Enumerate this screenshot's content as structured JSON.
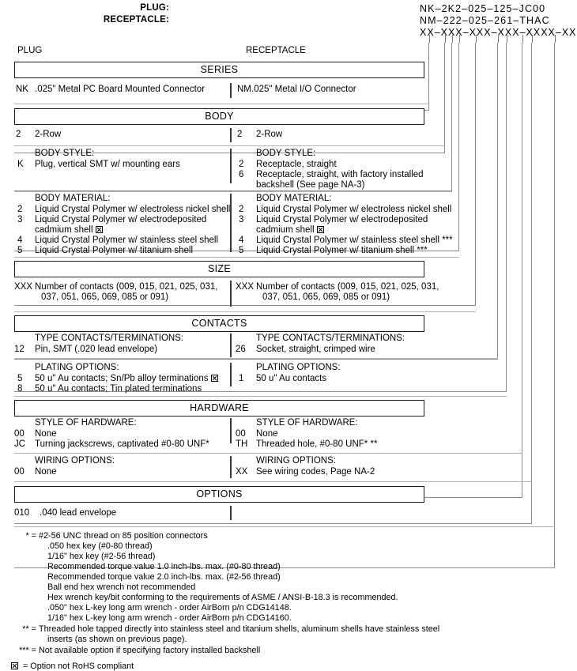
{
  "part_number_header": {
    "rows": [
      {
        "label": "PLUG:",
        "code": "NK–2K2–025–125–JC00"
      },
      {
        "label": "RECEPTACLE:",
        "code": "NM–222–025–261–THAC"
      },
      {
        "label": "",
        "code": "XX–XXX–XXX–XXX–XXXX–XXX"
      }
    ]
  },
  "column_headers": {
    "plug": "PLUG",
    "receptacle": "RECEPTACLE"
  },
  "sections": {
    "series": {
      "title": "SERIES",
      "plug": {
        "code": "NK",
        "text": ".025\" Metal PC Board Mounted Connector"
      },
      "receptacle": {
        "code": "NM",
        "text": ".025\" Metal I/O Connector"
      }
    },
    "body": {
      "title": "BODY",
      "row": {
        "plug": {
          "code": "2",
          "text": "2-Row"
        },
        "receptacle": {
          "code": "2",
          "text": "2-Row"
        }
      },
      "body_style": {
        "label": "BODY STYLE:",
        "plug": [
          {
            "code": "K",
            "text": "Plug, vertical SMT w/ mounting ears"
          }
        ],
        "receptacle": [
          {
            "code": "2",
            "text": "Receptacle, straight"
          },
          {
            "code": "6",
            "text": "Receptacle, straight, with factory installed"
          },
          {
            "code": "",
            "text": "backshell (See page NA-3)"
          }
        ]
      },
      "body_material": {
        "label": "BODY MATERIAL:",
        "plug": [
          {
            "code": "2",
            "text": "Liquid Crystal Polymer w/ electroless nickel shell",
            "rohs": false
          },
          {
            "code": "3",
            "text": "Liquid Crystal Polymer w/ electrodeposited",
            "rohs": false
          },
          {
            "code": "",
            "text": "cadmium shell",
            "rohs": true
          },
          {
            "code": "4",
            "text": "Liquid Crystal Polymer w/ stainless steel shell",
            "rohs": false
          },
          {
            "code": "5",
            "text": "Liquid Crystal Polymer w/ titanium shell",
            "rohs": false
          }
        ],
        "receptacle": [
          {
            "code": "2",
            "text": "Liquid Crystal Polymer w/ electroless nickel shell",
            "rohs": false
          },
          {
            "code": "3",
            "text": "Liquid Crystal Polymer w/ electrodeposited",
            "rohs": false
          },
          {
            "code": "",
            "text": "cadmium shell",
            "rohs": true
          },
          {
            "code": "4",
            "text": "Liquid Crystal Polymer w/ stainless steel shell ***",
            "rohs": false
          },
          {
            "code": "5",
            "text": "Liquid Crystal Polymer w/ titanium shell ***",
            "rohs": false
          }
        ]
      }
    },
    "size": {
      "title": "SIZE",
      "plug": {
        "code": "XXX",
        "line1": "Number of contacts (009, 015, 021, 025, 031,",
        "line2": "037, 051, 065, 069, 085 or 091)"
      },
      "receptacle": {
        "code": "XXX",
        "line1": "Number of contacts (009, 015, 021, 025, 031,",
        "line2": "037, 051, 065, 069,  085 or 091)"
      }
    },
    "contacts": {
      "title": "CONTACTS",
      "type": {
        "label": "TYPE CONTACTS/TERMINATIONS:",
        "plug": [
          {
            "code": "12",
            "text": "Pin, SMT (.020 lead envelope)"
          }
        ],
        "receptacle": [
          {
            "code": "26",
            "text": "Socket, straight, crimped wire"
          }
        ]
      },
      "plating": {
        "label": "PLATING OPTIONS:",
        "plug": [
          {
            "code": "5",
            "text": "50 u\" Au contacts; Sn/Pb alloy terminations",
            "rohs": true
          },
          {
            "code": "8",
            "text": "50 u\" Au contacts; Tin plated terminations",
            "rohs": false
          }
        ],
        "receptacle": [
          {
            "code": "1",
            "text": "50 u\" Au contacts",
            "rohs": false
          }
        ]
      }
    },
    "hardware": {
      "title": "HARDWARE",
      "style": {
        "label": "STYLE OF HARDWARE:",
        "plug": [
          {
            "code": "00",
            "text": "None"
          },
          {
            "code": "JC",
            "text": "Turning jackscrews, captivated #0-80 UNF*"
          }
        ],
        "receptacle": [
          {
            "code": "00",
            "text": "None"
          },
          {
            "code": "TH",
            "text": "Threaded hole, #0-80 UNF*  **"
          }
        ]
      },
      "wiring": {
        "label": "WIRING OPTIONS:",
        "plug": [
          {
            "code": "00",
            "text": "None"
          }
        ],
        "receptacle": [
          {
            "code": "XX",
            "text": "See wiring codes, Page NA-2"
          }
        ]
      }
    },
    "options": {
      "title": "OPTIONS",
      "plug": [
        {
          "code": "010",
          "text": ".040 lead envelope"
        }
      ],
      "receptacle": []
    }
  },
  "footnotes": {
    "single_star": {
      "mark": "* =",
      "lines": [
        "#2-56 UNC thread on 85 position connectors",
        ".050 hex key (#0-80 thread)",
        "1/16\" hex key (#2-56 thread)",
        "Recommended torque value 1.0 inch-lbs. max. (#0-80 thread)",
        "Recommended torque value 2.0 inch-lbs. max. (#2-56 thread)",
        "Ball end hex wrench not recommended",
        "Hex wrench key/bit conforming to the requirements of ASME / ANSI-B-18.3 is recommended.",
        ".050\" hex L-key long arm wrench - order AirBorn p/n CDG14148.",
        "1/16\" hex L-key long arm wrench - order AirBorn p/n CDG14160."
      ]
    },
    "double_star": {
      "mark": "** =",
      "lines": [
        "Threaded hole tapped directly into stainless steel and titanium shells, aluminum shells have stainless steel",
        "inserts (as shown on previous page)."
      ]
    },
    "triple_star": {
      "mark": "*** =",
      "lines": [
        "Not available option if specifying factory installed backshell"
      ]
    },
    "rohs_legend": {
      "text": "= Option not RoHS compliant"
    }
  }
}
